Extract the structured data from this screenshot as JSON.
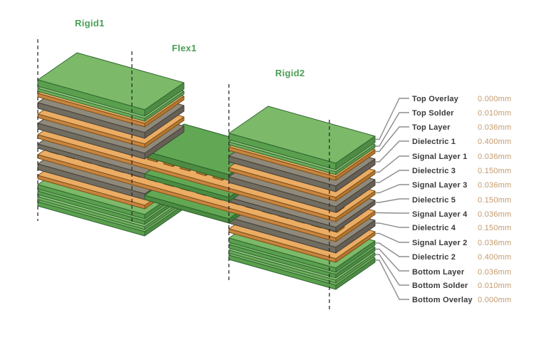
{
  "sections": {
    "rigid1": {
      "label": "Rigid1"
    },
    "flex1": {
      "label": "Flex1"
    },
    "rigid2": {
      "label": "Rigid2"
    }
  },
  "stackup": {
    "layers": [
      {
        "label": "Top Overlay",
        "thickness": "0.000mm",
        "material": "overlay"
      },
      {
        "label": "Top Solder",
        "thickness": "0.010mm",
        "material": "solder"
      },
      {
        "label": "Top Layer",
        "thickness": "0.036mm",
        "material": "copper"
      },
      {
        "label": "Dielectric 1",
        "thickness": "0.400mm",
        "material": "dielectric"
      },
      {
        "label": "Signal Layer 1",
        "thickness": "0.036mm",
        "material": "copper"
      },
      {
        "label": "Dielectric 3",
        "thickness": "0.150mm",
        "material": "dielectric"
      },
      {
        "label": "Signal Layer 3",
        "thickness": "0.036mm",
        "material": "copper-flex"
      },
      {
        "label": "Dielectric 5",
        "thickness": "0.150mm",
        "material": "dielectric-flex"
      },
      {
        "label": "Signal Layer 4",
        "thickness": "0.036mm",
        "material": "copper-flex"
      },
      {
        "label": "Dielectric 4",
        "thickness": "0.150mm",
        "material": "dielectric"
      },
      {
        "label": "Signal Layer 2",
        "thickness": "0.036mm",
        "material": "copper"
      },
      {
        "label": "Dielectric 2",
        "thickness": "0.400mm",
        "material": "dielectric"
      },
      {
        "label": "Bottom Layer",
        "thickness": "0.036mm",
        "material": "copper"
      },
      {
        "label": "Bottom Solder",
        "thickness": "0.010mm",
        "material": "solder"
      },
      {
        "label": "Bottom Overlay",
        "thickness": "0.000mm",
        "material": "overlay"
      }
    ]
  },
  "palette": {
    "background": "#FFFFFF",
    "labelGreen": "#4B9E53",
    "legendLabel": "#3A3A3A",
    "legendValue": "#C49A6E",
    "leader": "#8D8D8D",
    "dash": "#2B2B2B",
    "materials": {
      "green": {
        "top": "#7CBA69",
        "front": "#5A9F4E",
        "side": "#4E8B44",
        "stroke": "#2F6630"
      },
      "lightGreen": {
        "top": "#92C77F",
        "front": "#6FAE5E",
        "side": "#62994F",
        "stroke": "#2F6630"
      },
      "flexGreen": {
        "top": "#62A854",
        "front": "#4C8C42",
        "side": "#417A39",
        "stroke": "#2C5E2A"
      },
      "copper": {
        "top": "#EBAC64",
        "front": "#C8843E",
        "side": "#B5772F",
        "stroke": "#7A4F1B"
      },
      "gray": {
        "top": "#8E897B",
        "front": "#716C60",
        "side": "#655F55",
        "stroke": "#433F37"
      },
      "pad": {
        "top": "#DD9C55",
        "front": "#B57630",
        "side": "#A06828",
        "stroke": "#6E4A18"
      }
    }
  }
}
